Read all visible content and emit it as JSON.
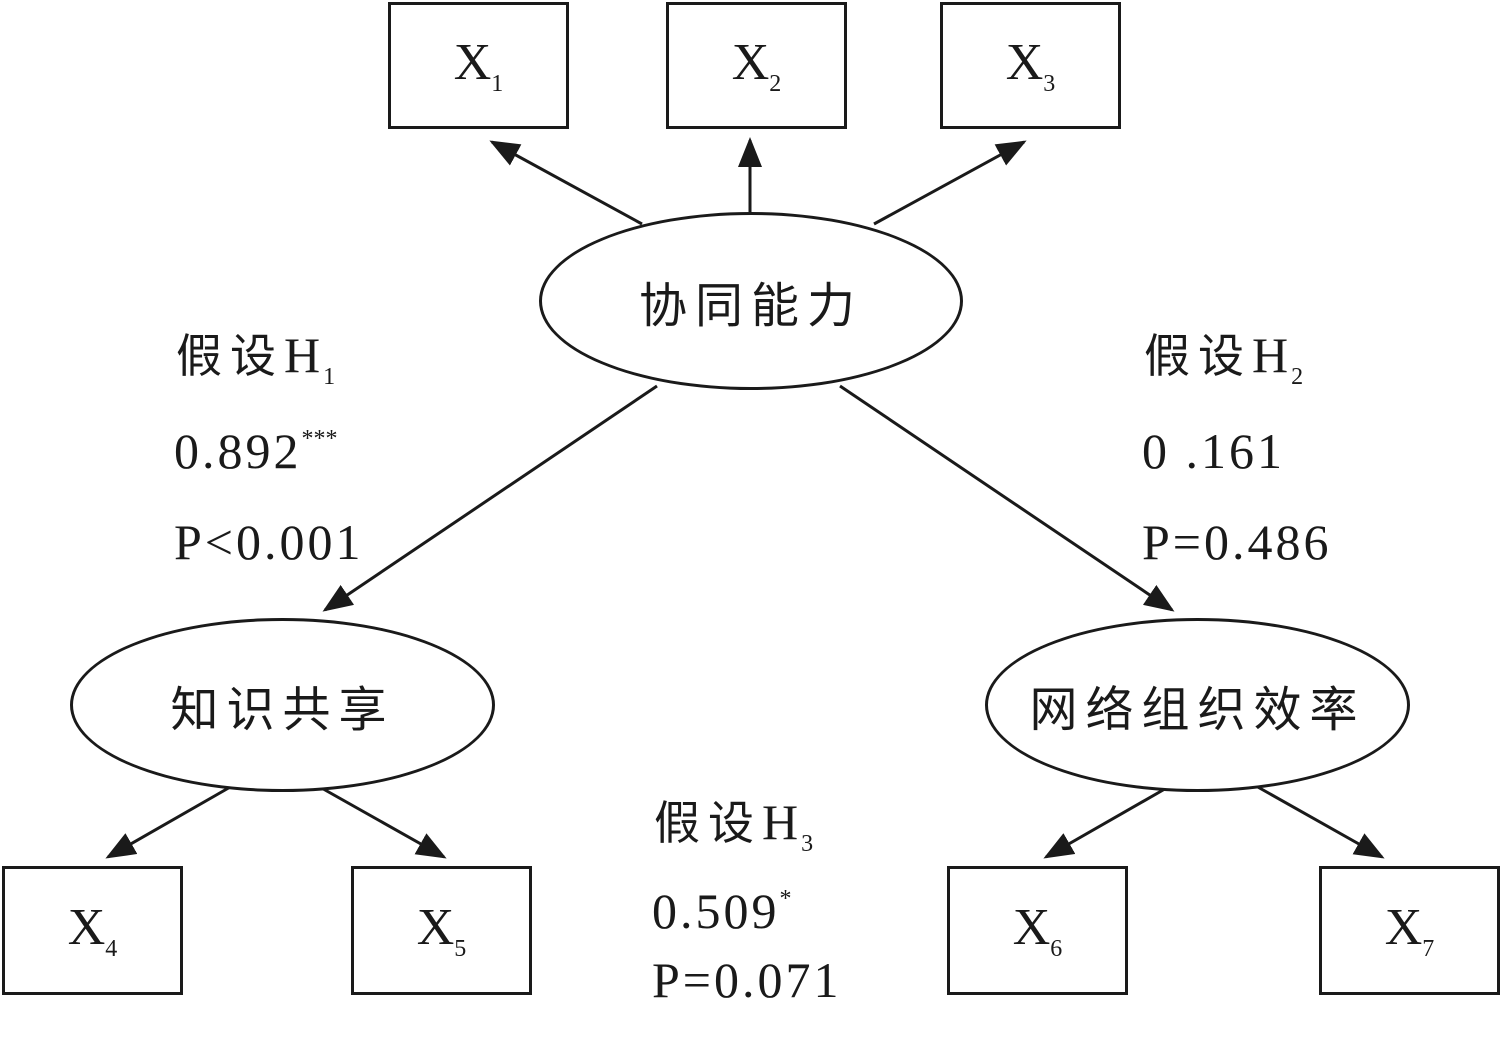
{
  "nodes": {
    "x1": {
      "var": "X",
      "sub": "1"
    },
    "x2": {
      "var": "X",
      "sub": "2"
    },
    "x3": {
      "var": "X",
      "sub": "3"
    },
    "x4": {
      "var": "X",
      "sub": "4"
    },
    "x5": {
      "var": "X",
      "sub": "5"
    },
    "x6": {
      "var": "X",
      "sub": "6"
    },
    "x7": {
      "var": "X",
      "sub": "7"
    },
    "synergy": "协同能力",
    "knowledge_sharing": "知识共享",
    "network_efficiency": "网络组织效率"
  },
  "hypotheses": {
    "h1": {
      "prefix": "假设",
      "letter": "H",
      "sub": "1",
      "coef": "0.892",
      "sig": "***",
      "p": "P<0.001"
    },
    "h2": {
      "prefix": "假设",
      "letter": "H",
      "sub": "2",
      "coef": "0 .161",
      "sig": "",
      "p": "P=0.486"
    },
    "h3": {
      "prefix": "假设",
      "letter": "H",
      "sub": "3",
      "coef": "0.509",
      "sig": "*",
      "p": "P=0.071"
    }
  }
}
